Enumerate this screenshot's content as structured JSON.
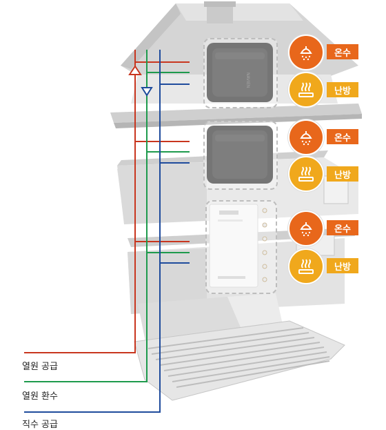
{
  "floors": [
    {
      "id": "top",
      "hot_water": "온수",
      "heating": "난방",
      "unit": "boiler-dark"
    },
    {
      "id": "middle",
      "hot_water": "온수",
      "heating": "난방",
      "unit": "boiler-dark"
    },
    {
      "id": "bottom",
      "hot_water": "온수",
      "heating": "난방",
      "unit": "boiler-white"
    }
  ],
  "legend": {
    "supply": {
      "label": "열원 공급",
      "color": "#c8351e"
    },
    "return": {
      "label": "열원 환수",
      "color": "#1d9a4c"
    },
    "water": {
      "label": "직수 공급",
      "color": "#1e4b9c"
    }
  },
  "colors": {
    "hot_water_accent": "#e8671b",
    "heating_accent": "#f0a81c",
    "house": "#d9d9d9",
    "house_dark": "#bdbdbd"
  },
  "icons": {
    "hot_water": "shower-icon",
    "heating": "heater-icon"
  }
}
